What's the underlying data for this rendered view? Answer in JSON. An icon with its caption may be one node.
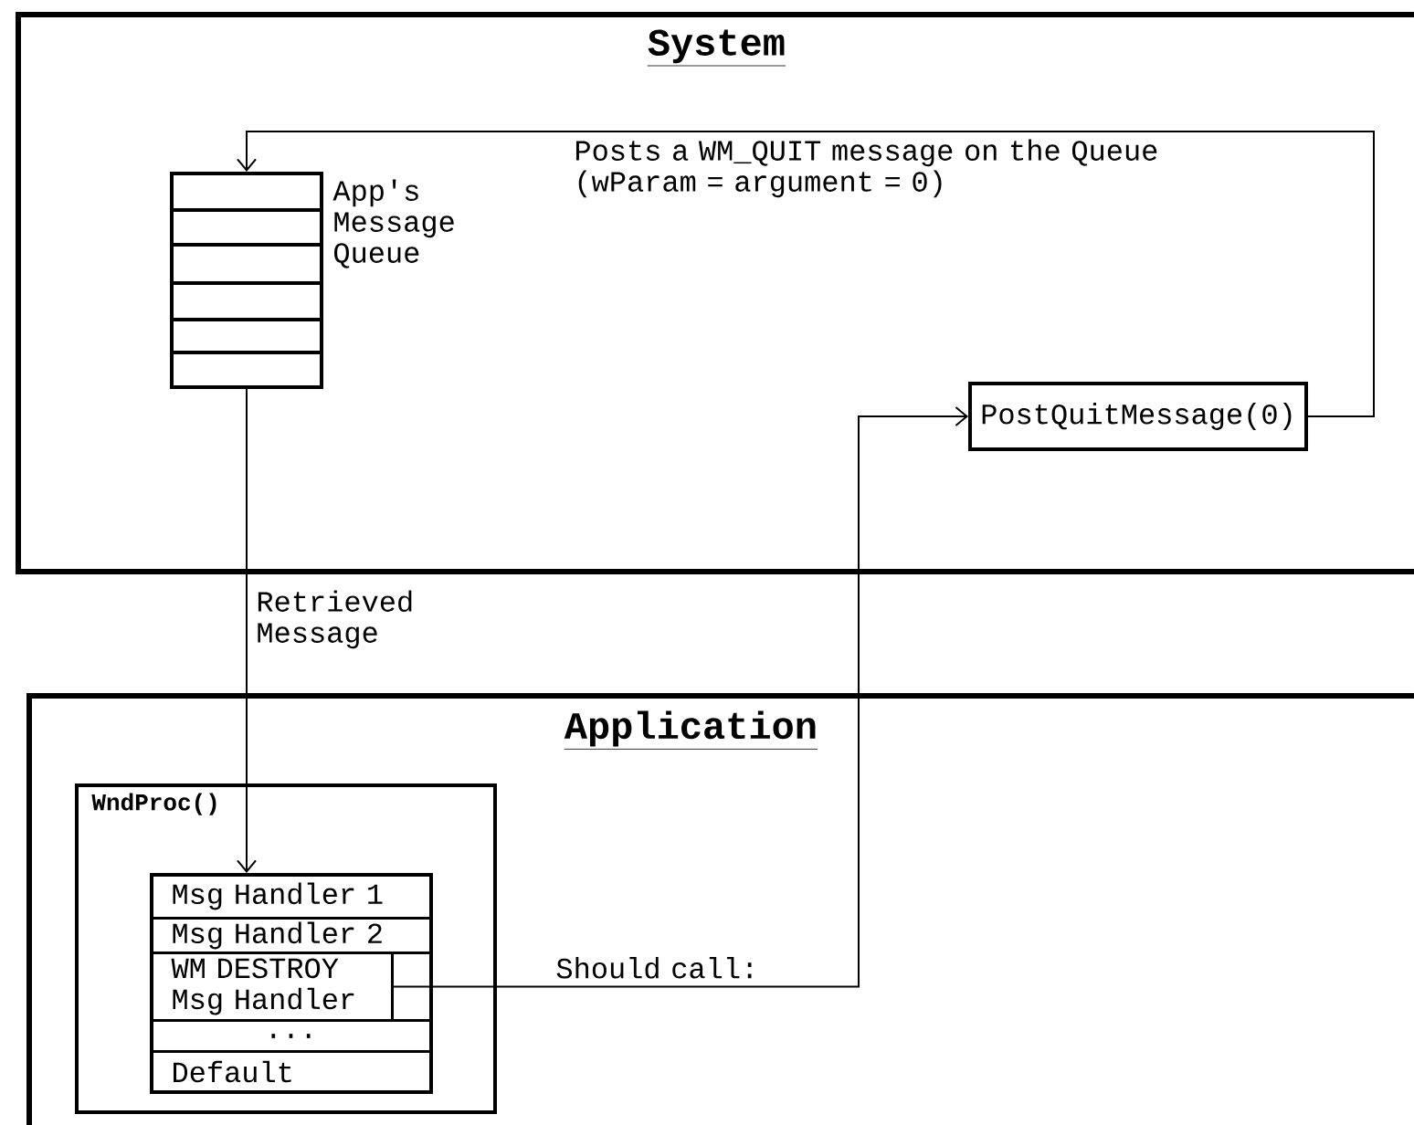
{
  "diagram": {
    "nodes": [
      {
        "text": [
          "System"
        ]
      },
      {
        "text": [],
        "shape": "box",
        "in": 0,
        "beside": [
          "App's Message Queue"
        ]
      },
      {
        "text": [
          "PostQuitMessage(0)"
        ],
        "in": 0
      },
      {
        "text": [
          "Application"
        ]
      },
      {
        "text": [
          "WndProc()"
        ],
        "in": 3
      },
      {
        "text": [],
        "shape": "box",
        "in": 4
      },
      {
        "text": [
          "Msg Handler 1"
        ],
        "in": 5
      },
      {
        "text": [
          "Msg Handler 2"
        ],
        "in": 5
      },
      {
        "text": [
          "WM DESTROY Msg Handler"
        ],
        "in": 5
      },
      {
        "text": [
          "..."
        ],
        "in": 5
      },
      {
        "text": [
          "Default"
        ],
        "in": 5
      }
    ],
    "edges": [
      {
        "from": 2,
        "to": 1,
        "arrow": "to",
        "label": "Posts a WM_QUIT message on the Queue (wParam = argument = 0)"
      },
      {
        "from": 1,
        "to": 5,
        "arrow": "to",
        "label": "Retrieved Message"
      },
      {
        "from": 8,
        "to": 2,
        "arrow": "to",
        "label": "Should call:"
      }
    ]
  }
}
